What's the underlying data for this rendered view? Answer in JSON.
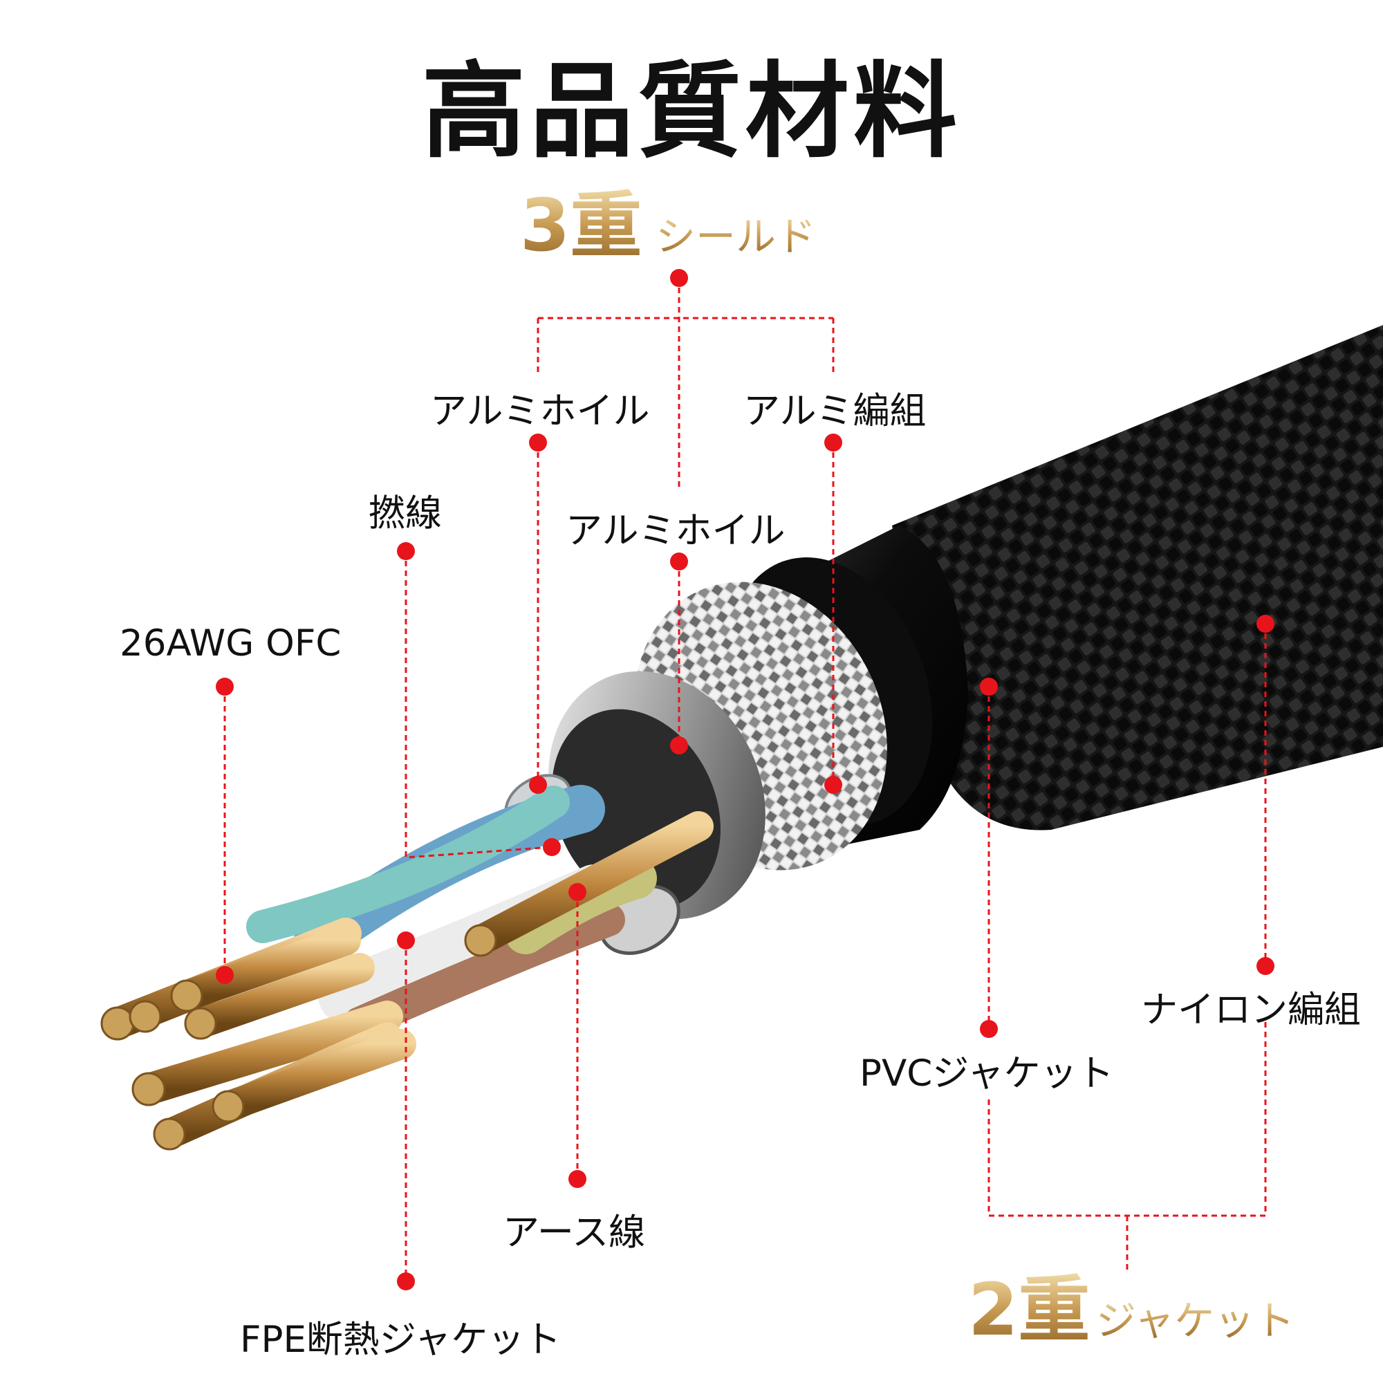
{
  "title": "高品質材料",
  "shield_group": {
    "number": "3重",
    "label": "シールド"
  },
  "jacket_group": {
    "number": "2重",
    "label": "ジャケット"
  },
  "callouts": {
    "foil_outer": "アルミホイル",
    "braid_alu": "アルミ編組",
    "twist": "撚線",
    "foil_inner": "アルミホイル",
    "awg": "26AWG OFC",
    "earth": "アース線",
    "fpe": "FPE断熱ジャケット",
    "pvc": "PVCジャケット",
    "nylon": "ナイロン編組"
  },
  "colors": {
    "accent_red": "#e8141b",
    "gold_light": "#f1dca0",
    "gold_dark": "#9b6f2c",
    "cable_black": "#121212",
    "copper": "#c4924a"
  }
}
